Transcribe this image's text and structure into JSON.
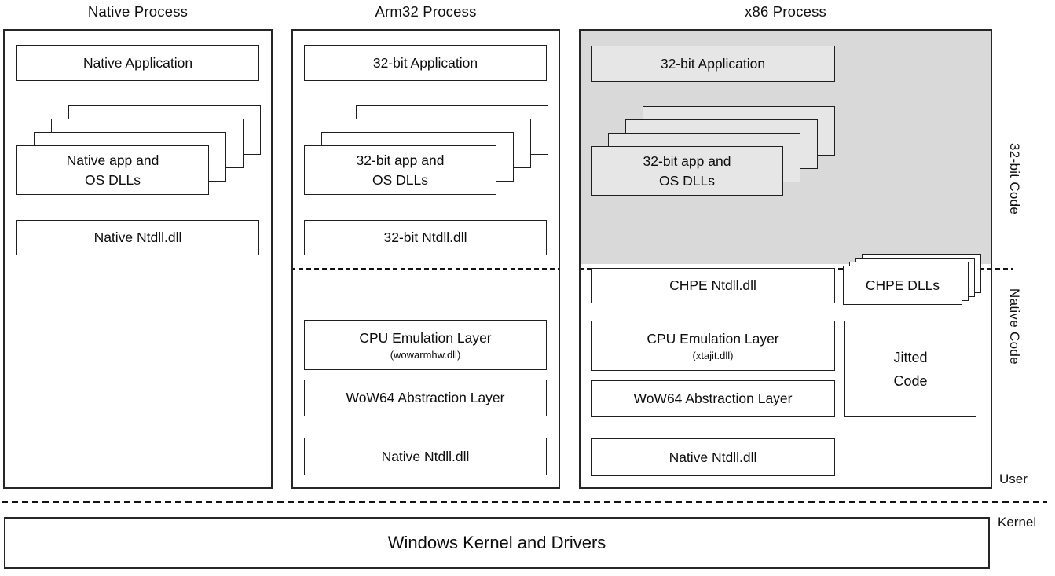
{
  "titles": {
    "native": "Native Process",
    "arm32": "Arm32 Process",
    "x86": "x86 Process"
  },
  "native": {
    "application": "Native Application",
    "dlls_line1": "Native app and",
    "dlls_line2": "OS DLLs",
    "ntdll": "Native Ntdll.dll"
  },
  "arm32": {
    "application": "32-bit Application",
    "dlls_line1": "32-bit app and",
    "dlls_line2": "OS DLLs",
    "ntdll": "32-bit Ntdll.dll",
    "cpu_emulation": "CPU Emulation Layer",
    "cpu_emulation_dll": "(wowarmhw.dll)",
    "wow64": "WoW64 Abstraction Layer",
    "native_ntdll": "Native Ntdll.dll"
  },
  "x86": {
    "application": "32-bit Application",
    "dlls_line1": "32-bit app and",
    "dlls_line2": "OS DLLs",
    "chpe_ntdll": "CHPE Ntdll.dll",
    "chpe_dlls": "CHPE DLLs",
    "cpu_emulation": "CPU Emulation Layer",
    "cpu_emulation_dll": "(xtajit.dll)",
    "jitted_line1": "Jitted",
    "jitted_line2": "Code",
    "wow64": "WoW64 Abstraction Layer",
    "native_ntdll": "Native Ntdll.dll"
  },
  "side_labels": {
    "bit32_code": "32-bit Code",
    "native_code": "Native Code",
    "user": "User",
    "kernel": "Kernel"
  },
  "kernel_box_label": "Windows Kernel and Drivers",
  "colors": {
    "shaded_region": "#d9d9d9",
    "shaded_box": "#e6e6e6",
    "border": "#262626"
  }
}
